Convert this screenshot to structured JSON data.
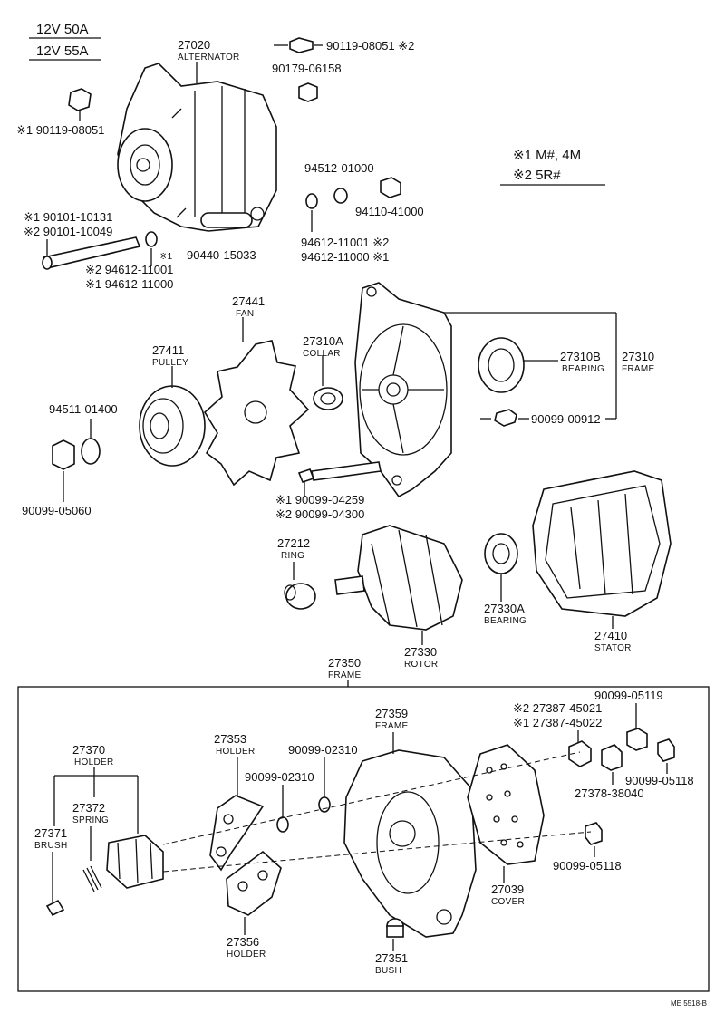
{
  "spec_box": {
    "line1": "12V 50A",
    "line2": "12V 55A"
  },
  "notes": {
    "note1": "※1 M#, 4M",
    "note2": "※2 5R#"
  },
  "labels": {
    "alternator_no": "27020",
    "alternator_name": "ALTERNATOR",
    "bolt_top": "90119-08051 ※2",
    "nut_top": "90179-06158",
    "bolt_left": "※1  90119-08051",
    "washer_a": "94512-01000",
    "nut_a": "94110-41000",
    "washer_b2": "94612-11001 ※2",
    "washer_b1": "94612-11000 ※1",
    "long_bolt1": "※1  90101-10131",
    "long_bolt2": "※2  90101-10049",
    "mark_small": "※1",
    "collar_pin": "90440-15033",
    "washer_c2": "※2  94612-11001",
    "washer_c1": "※1  94612-11000",
    "fan_no": "27441",
    "fan_name": "FAN",
    "pulley_no": "27411",
    "pulley_name": "PULLEY",
    "collar_no": "27310A",
    "collar_name": "COLLAR",
    "bearing_no": "27310B",
    "bearing_name": "BEARING",
    "frame_no": "27310",
    "frame_name": "FRAME",
    "screw_frame": "90099-00912",
    "washer_d": "94511-01400",
    "nut_d": "90099-05060",
    "bolt_e1": "※1  90099-04259",
    "bolt_e2": "※2  90099-04300",
    "ring_no": "27212",
    "ring_name": "RING",
    "rotor_no": "27330",
    "rotor_name": "ROTOR",
    "bearing2_no": "27330A",
    "bearing2_name": "BEARING",
    "stator_no": "27410",
    "stator_name": "STATOR",
    "rearframe_no": "27350",
    "rearframe_name": "FRAME",
    "holder_no": "27370",
    "holder_name": "HOLDER",
    "spring_no": "27372",
    "spring_name": "SPRING",
    "brush_no": "27371",
    "brush_name": "BRUSH",
    "holder2_no": "27353",
    "holder2_name": "HOLDER",
    "washer_f1": "90099-02310",
    "washer_f2": "90099-02310",
    "frame2_no": "27359",
    "frame2_name": "FRAME",
    "terminal2": "※2  27387-45021",
    "terminal1": "※1  27387-45022",
    "nut_g": "90099-05119",
    "nut_h": "90099-05118",
    "insul": "27378-38040",
    "nut_i": "90099-05118",
    "cover_no": "27039",
    "cover_name": "COVER",
    "holder3_no": "27356",
    "holder3_name": "HOLDER",
    "bush_no": "27351",
    "bush_name": "BUSH",
    "code": "ME 5518-B"
  }
}
